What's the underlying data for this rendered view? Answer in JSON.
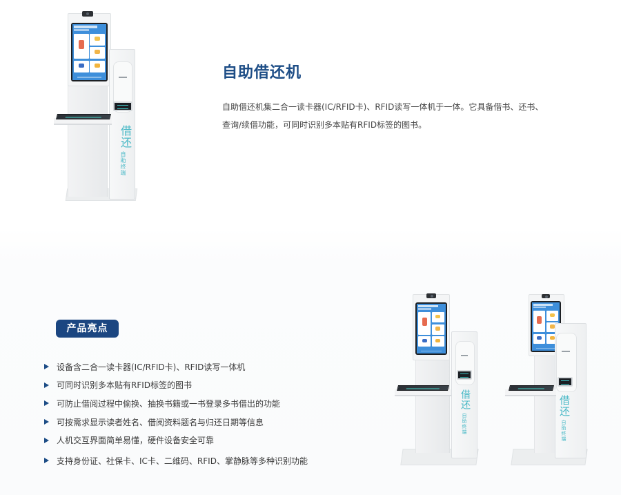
{
  "product": {
    "title": "自助借还机",
    "description": "自助借还机集二合一读卡器(IC/RFID卡)、RFID读写一体机于一体。它具备借书、还书、查询/续借功能，可同时识别多本贴有RFID标签的图书。"
  },
  "highlights": {
    "badge_label": "产品亮点",
    "items": [
      {
        "icon": "triangle-bullet-icon",
        "text": "设备含二合一读卡器(IC/RFID卡)、RFID读写一体机"
      },
      {
        "icon": "triangle-bullet-icon",
        "text": "可同时识别多本贴有RFID标签的图书"
      },
      {
        "icon": "triangle-bullet-icon",
        "text": "可防止借阅过程中偷换、抽换书籍或一书登录多书借出的功能"
      },
      {
        "icon": "triangle-bullet-icon",
        "text": "可按需求显示读者姓名、借阅资料题名与归还日期等信息"
      },
      {
        "icon": "triangle-bullet-icon",
        "text": "人机交互界面简单易懂，硬件设备安全可靠"
      },
      {
        "icon": "triangle-bullet-icon",
        "text": "支持身份证、社保卡、IC卡、二维码、RFID、掌静脉等多种识别功能"
      }
    ]
  },
  "kiosk_images": [
    {
      "name": "kiosk-front-view",
      "brand_main": "借还",
      "brand_sub": "自助终端"
    },
    {
      "name": "kiosk-angle-left-view",
      "brand_main": "借还",
      "brand_sub": "自助终端"
    },
    {
      "name": "kiosk-angle-right-view",
      "brand_main": "借还",
      "brand_sub": "自助终端"
    }
  ],
  "colors": {
    "title_blue": "#1d4d86",
    "badge_bg": "#1b4681",
    "screen_blue": "#3e8fdb",
    "brand_teal": "#48b8c6"
  }
}
